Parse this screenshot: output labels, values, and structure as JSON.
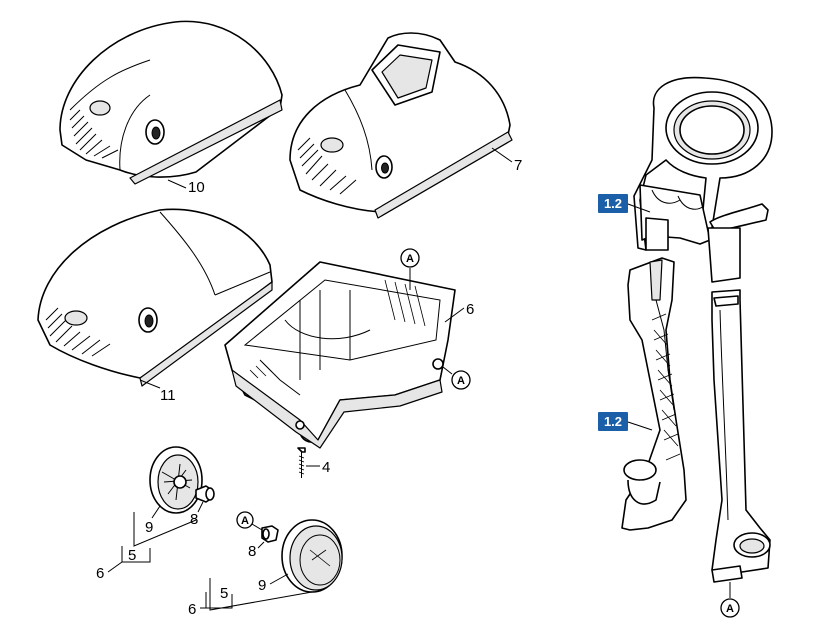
{
  "callouts": {
    "cover_10": "10",
    "cover_7": "7",
    "cover_11": "11",
    "base_6": "6",
    "screw_4": "4",
    "wheel_left_9": "9",
    "wheel_left_8": "8",
    "wheel_left_5": "5",
    "wheel_left_6": "6",
    "wheel_right_8": "8",
    "wheel_right_9": "9",
    "wheel_right_5": "5",
    "wheel_right_6": "6"
  },
  "badges": {
    "upper": "1.2",
    "lower": "1.2"
  },
  "reference_marks": {
    "base_top": "A",
    "base_right": "A",
    "wheel_right": "A",
    "handle_bottom": "A"
  },
  "colors": {
    "badge": "#1a5fa8",
    "line": "#000000",
    "background": "#ffffff"
  }
}
